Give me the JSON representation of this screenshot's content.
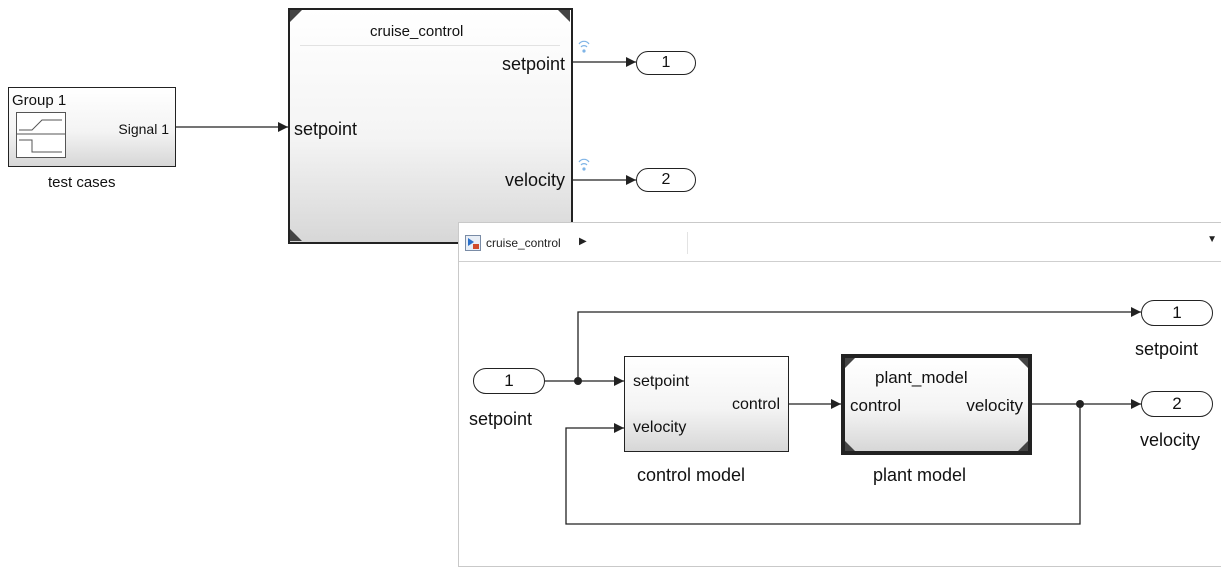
{
  "outer": {
    "source_block": {
      "group_label": "Group 1",
      "signal_label": "Signal 1",
      "caption": "test cases"
    },
    "subsystem": {
      "title": "cruise_control",
      "input_label": "setpoint",
      "output1_label": "setpoint",
      "output2_label": "velocity"
    },
    "outport1": "1",
    "outport2": "2"
  },
  "inset": {
    "breadcrumb": "cruise_control",
    "inport": {
      "number": "1",
      "caption": "setpoint"
    },
    "control_block": {
      "port_setpoint": "setpoint",
      "port_velocity": "velocity",
      "port_control": "control",
      "caption": "control model"
    },
    "plant_block": {
      "title": "plant_model",
      "port_control": "control",
      "port_velocity": "velocity",
      "caption": "plant model"
    },
    "outport1": {
      "number": "1",
      "caption": "setpoint"
    },
    "outport2": {
      "number": "2",
      "caption": "velocity"
    }
  },
  "colors": {
    "line": "#222222",
    "signal_icon": "#7fb4e6",
    "block_border": "#222222"
  }
}
